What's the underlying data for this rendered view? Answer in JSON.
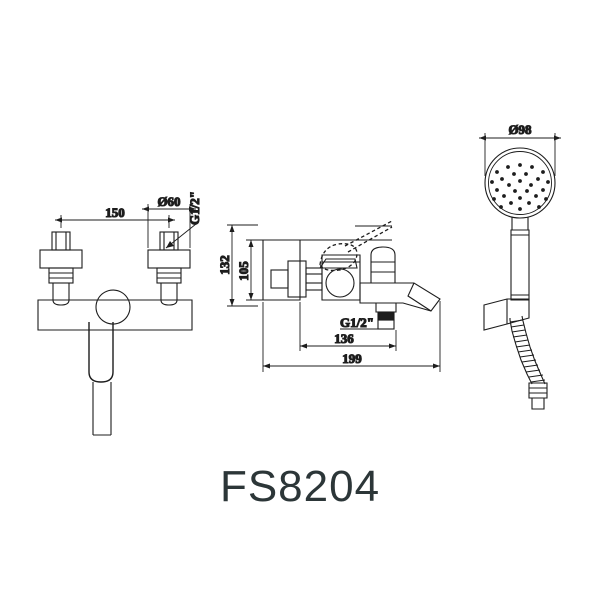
{
  "sheet": {
    "title": "FS8204",
    "background_color": "#ffffff",
    "line_color": "#1d1d1d",
    "title_color": "#2c3638"
  },
  "views": [
    {
      "id": "front-view",
      "name": "front-elevation-view",
      "description": "Front elevation of wall mounted bath shower mixer with two wall unions and lever handle"
    },
    {
      "id": "side-view",
      "name": "side-elevation-view",
      "description": "Side elevation of mixer showing spout, diverter and hand shower outlet"
    },
    {
      "id": "shower-view",
      "name": "hand-shower-view",
      "description": "Hand shower with wall bracket and flexible hose"
    }
  ],
  "dimensions": {
    "front": {
      "centres": "150",
      "flange_diameter": "Ø60",
      "inlet_thread": "G1/2\"",
      "height": "132"
    },
    "side": {
      "body_height": "105",
      "outlet_thread": "G1/2\"",
      "spout_projection": "136",
      "overall_projection": "199"
    },
    "shower": {
      "head_diameter": "Ø98"
    }
  }
}
